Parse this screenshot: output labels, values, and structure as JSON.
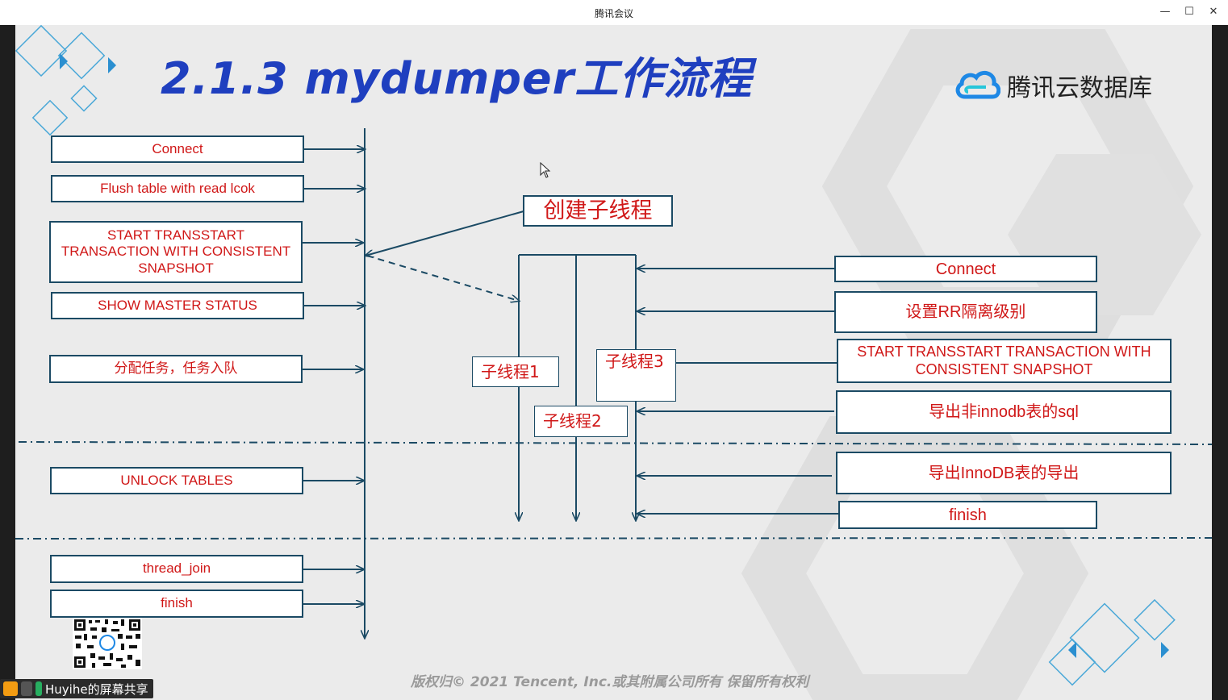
{
  "window": {
    "title": "腾讯会议",
    "controls": {
      "minimize": "—",
      "maximize": "☐",
      "close": "✕"
    }
  },
  "slide": {
    "title": "2.1.3 mydumper工作流程",
    "brand": "腾讯云数据库",
    "copyright": "版权归© 2021 Tencent, Inc.或其附属公司所有 保留所有权利",
    "main_steps": [
      "Connect",
      "Flush table with read lcok",
      "START TRANSSTART TRANSACTION WITH CONSISTENT SNAPSHOT",
      "SHOW MASTER STATUS",
      "分配任务，任务入队",
      "UNLOCK TABLES",
      "thread_join",
      "finish"
    ],
    "create_threads": "创建子线程",
    "threads": [
      "子线程1",
      "子线程2",
      "子线程3"
    ],
    "thread_steps": [
      "Connect",
      "设置RR隔离级别",
      "START TRANSSTART TRANSACTION WITH CONSISTENT SNAPSHOT",
      "导出非innodb表的sql",
      "导出InnoDB表的导出",
      "finish"
    ],
    "colors": {
      "title": "#1f3fbf",
      "box_text": "#d01818",
      "box_border": "#1b4a64",
      "line": "#1b4a64"
    }
  },
  "share_bar": {
    "label": "Huyihe的屏幕共享"
  }
}
